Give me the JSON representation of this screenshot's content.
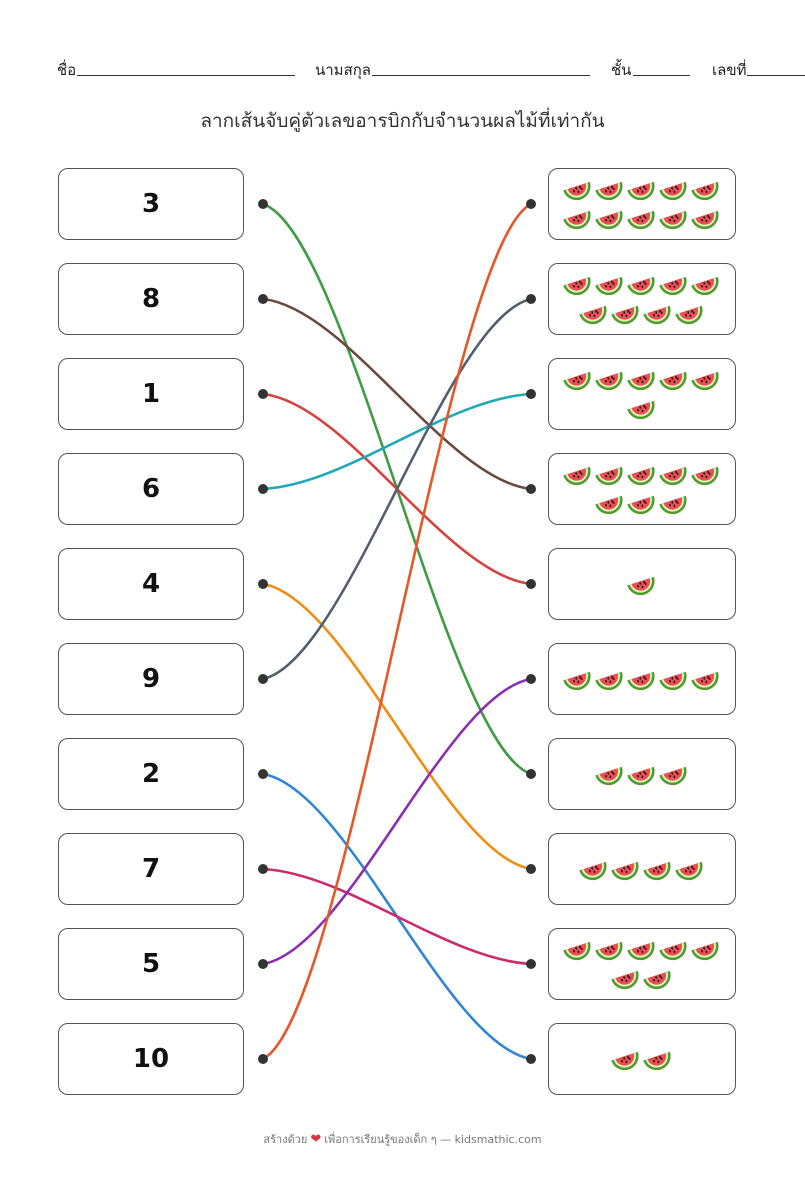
{
  "header": {
    "name_label": "ชื่อ",
    "surname_label": "นามสกุล",
    "class_label": "ชั้น",
    "number_label": "เลขที่"
  },
  "title": "ลากเส้นจับคู่ตัวเลขอารบิกกับจำนวนผลไม้ที่เท่ากัน",
  "numbers": [
    "3",
    "8",
    "1",
    "6",
    "4",
    "9",
    "2",
    "7",
    "5",
    "10"
  ],
  "fruit_counts": [
    10,
    9,
    6,
    8,
    1,
    5,
    3,
    4,
    7,
    2
  ],
  "fruit_icon": "watermelon-icon",
  "matches": [
    {
      "number_index": 0,
      "fruit_index": 6,
      "color": "#3e9c45"
    },
    {
      "number_index": 1,
      "fruit_index": 3,
      "color": "#6b4a3e"
    },
    {
      "number_index": 2,
      "fruit_index": 4,
      "color": "#d8413b"
    },
    {
      "number_index": 3,
      "fruit_index": 2,
      "color": "#1fa8b8"
    },
    {
      "number_index": 4,
      "fruit_index": 7,
      "color": "#f08c0f"
    },
    {
      "number_index": 5,
      "fruit_index": 1,
      "color": "#52606d"
    },
    {
      "number_index": 6,
      "fruit_index": 9,
      "color": "#2f86d6"
    },
    {
      "number_index": 7,
      "fruit_index": 8,
      "color": "#cc2a6b"
    },
    {
      "number_index": 8,
      "fruit_index": 5,
      "color": "#8b2fb0"
    },
    {
      "number_index": 9,
      "fruit_index": 0,
      "color": "#e5582a"
    }
  ],
  "footer": {
    "made_with": "สร้างด้วย",
    "heart_icon": "heart-icon",
    "rest": "เพื่อการเรียนรู้ของเด็ก ๆ — kidsmathic.com"
  }
}
